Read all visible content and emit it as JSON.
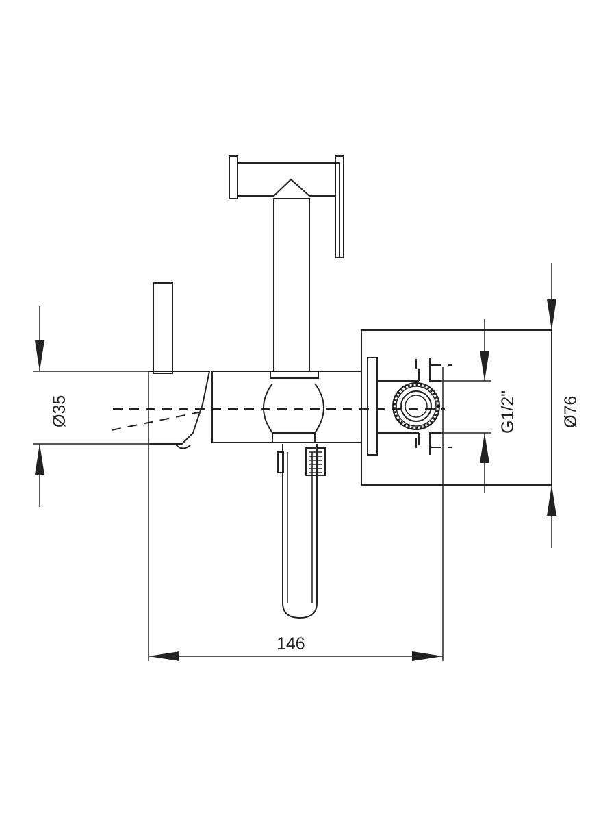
{
  "dimensions": {
    "width": "146",
    "pipe_diameter": "Ø35",
    "flange_diameter": "Ø76",
    "thread": "G1/2\""
  },
  "colors": {
    "line": "#222222",
    "background": "#ffffff"
  }
}
